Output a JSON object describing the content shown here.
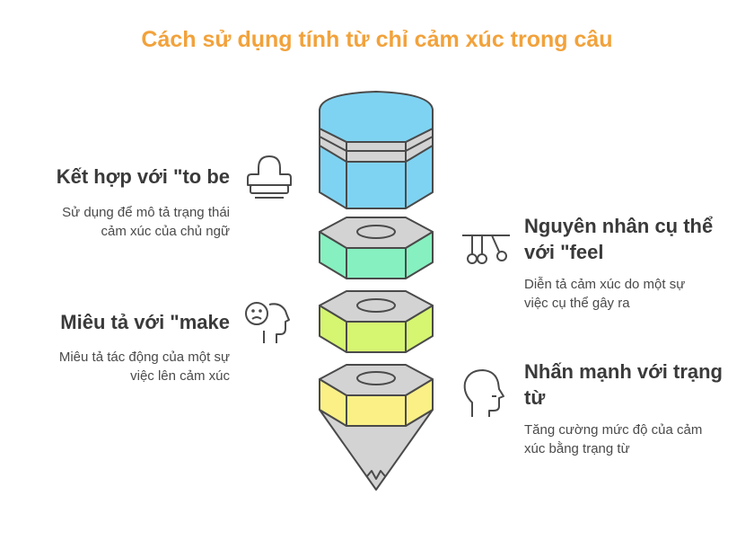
{
  "title": "Cách sử dụng tính từ chỉ cảm xúc trong câu",
  "items": [
    {
      "heading": "Kết hợp với \"to be",
      "description_lines": [
        "Sử dụng để mô tả trạng thái",
        "cảm xúc của chủ ngữ"
      ],
      "icon": "stamp-icon",
      "color": "#7fd3f2"
    },
    {
      "heading_lines": [
        "Nguyên nhân cụ thể",
        "với \"feel"
      ],
      "description_lines": [
        "Diễn tả cảm xúc do một sự",
        "việc cụ thể gây ra"
      ],
      "icon": "newtons-cradle-icon",
      "color": "#86f0c0"
    },
    {
      "heading": "Miêu tả với \"make",
      "description_lines": [
        "Miêu tả tác động của một sự",
        "việc lên cảm xúc"
      ],
      "icon": "sad-head-icon",
      "color": "#d6f570"
    },
    {
      "heading_lines": [
        "Nhấn mạnh với trạng",
        "từ"
      ],
      "description_lines": [
        "Tăng cường mức độ của cảm",
        "xúc bằng trạng từ"
      ],
      "icon": "head-profile-icon",
      "color": "#fbf086"
    }
  ],
  "colors": {
    "title": "#f2a23b",
    "gray_face": "#d3d3d3",
    "outline": "#4a4a4a"
  }
}
